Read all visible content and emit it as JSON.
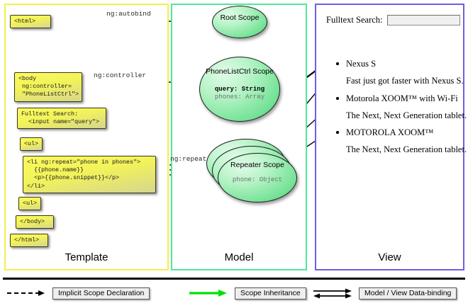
{
  "panels": {
    "template": {
      "title": "Template",
      "border_color": "#f2f04c",
      "boxes": [
        {
          "name": "html-open",
          "text": "<html>"
        },
        {
          "name": "body-open",
          "text": "<body\n ng:controller=\n \"PhoneListCtrl\">"
        },
        {
          "name": "search-html",
          "text": "Fulltext Search:\n  <input name=\"query\">"
        },
        {
          "name": "ul-open",
          "text": "<ul>"
        },
        {
          "name": "li-repeat",
          "text": "<li ng:repeat=\"phone in phones\">\n  {{phone.name}}\n  <p>{{phone.snippet}}</p>\n</li>"
        },
        {
          "name": "ul-close",
          "text": "<ul>"
        },
        {
          "name": "body-close",
          "text": "</body>"
        },
        {
          "name": "html-close",
          "text": "</html>"
        }
      ]
    },
    "model": {
      "title": "Model",
      "border_color": "#4ee89b",
      "scopes": [
        {
          "name": "root-scope",
          "title": "Root\nScope",
          "properties": []
        },
        {
          "name": "phonelistctrl-scope",
          "title": "PhoneListCtrl\nScope",
          "properties": [
            {
              "text": "query: String",
              "style": "bold"
            },
            {
              "text": "phones: Array",
              "style": "dim"
            }
          ]
        },
        {
          "name": "repeater-scope",
          "title": "Repeater\nScope",
          "properties": [
            {
              "text": "phone: Object",
              "style": "dim"
            }
          ],
          "stacked": 3
        }
      ]
    },
    "view": {
      "title": "View",
      "border_color": "#6d5fe0",
      "search_label": "Fulltext Search:",
      "search_value": "",
      "search_placeholder": "",
      "items": [
        {
          "name": "Nexus S",
          "snippet": "Fast just got faster with Nexus S."
        },
        {
          "name": "Motorola XOOM™  with Wi-Fi",
          "snippet": "The Next, Next Generation tablet."
        },
        {
          "name": "MOTOROLA XOOM™",
          "snippet": "The Next, Next Generation tablet."
        }
      ]
    }
  },
  "edge_labels": {
    "autobind": "ng:autobind",
    "controller": "ng:controller",
    "repeat": "ng:repeat"
  },
  "legend": [
    {
      "name": "implicit-scope-declaration",
      "label": "Implicit Scope Declaration",
      "glyph": "dashed-arrow",
      "color": "#000000"
    },
    {
      "name": "scope-inheritance",
      "label": "Scope Inheritance",
      "glyph": "green-arrow",
      "color": "#00e000"
    },
    {
      "name": "model-view-data-binding",
      "label": "Model / View Data-binding",
      "glyph": "double-arrow",
      "color": "#000000"
    }
  ],
  "colors": {
    "template_border": "#f2f04c",
    "model_border": "#4ee89b",
    "view_border": "#6d5fe0",
    "scope_green": "#73e295",
    "code_yellow": "#f2f25a",
    "inheritance_green": "#00e000"
  }
}
